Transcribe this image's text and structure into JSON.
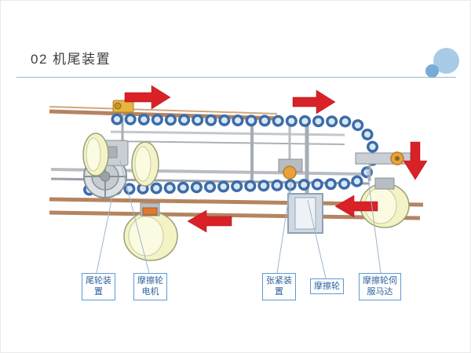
{
  "slide": {
    "title": "02 机尾装置"
  },
  "decor": {
    "divider_color": "#9cb9ce",
    "circle_large_color": "#a8cbe8",
    "circle_small_color": "#79abd6"
  },
  "diagram": {
    "flow_arrows": [
      {
        "id": "top-left",
        "direction": "right"
      },
      {
        "id": "top-right",
        "direction": "right"
      },
      {
        "id": "right-side",
        "direction": "down"
      },
      {
        "id": "bottom-right",
        "direction": "left"
      },
      {
        "id": "bottom-center",
        "direction": "left"
      }
    ],
    "colors": {
      "arrow_red": "#da2128",
      "chain_blue": "#3c6ca8",
      "chain_roller_fill": "#d9e7f5",
      "rail_copper": "#b5845f",
      "roller_yellow": "#f3f3c6",
      "structure_gray": "#b7bdc3",
      "motor_orange": "#e8a13c",
      "callout_border_blue": "#5b9bd5",
      "callout_text_blue": "#2d5f9e"
    }
  },
  "callouts": [
    {
      "id": "tail-wheel-device",
      "text": "尾轮装\n置"
    },
    {
      "id": "friction-wheel-motor",
      "text": "摩擦轮\n电机"
    },
    {
      "id": "tension-device",
      "text": "张紧装\n置"
    },
    {
      "id": "friction-wheel",
      "text": "摩擦轮"
    },
    {
      "id": "friction-wheel-servo-motor",
      "text": "摩擦轮伺\n服马达"
    }
  ]
}
